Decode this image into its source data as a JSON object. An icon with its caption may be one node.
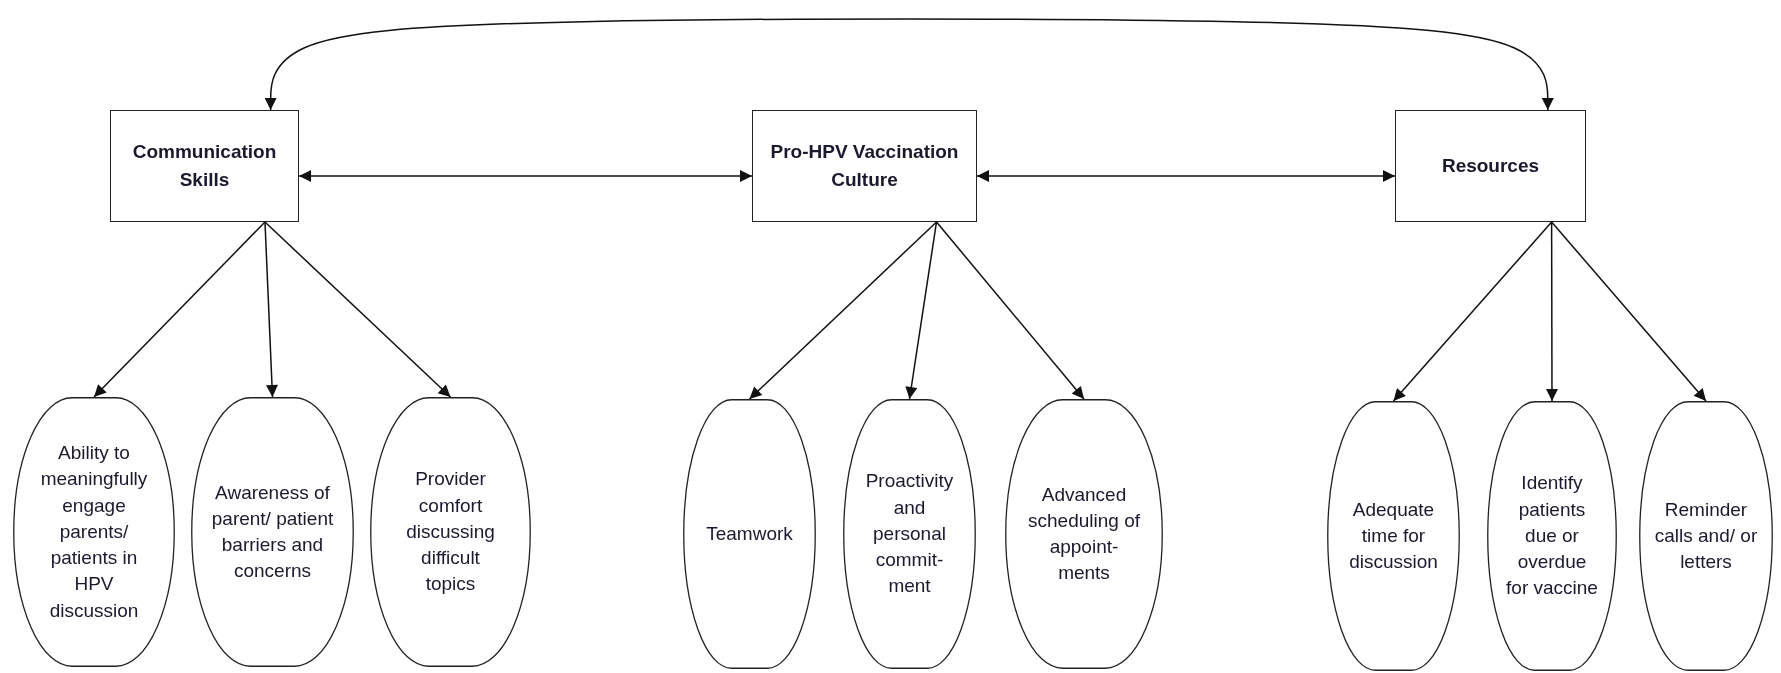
{
  "diagram": {
    "nodes": [
      {
        "text": [
          "Communication Skills"
        ]
      },
      {
        "text": [
          "Pro-HPV Vaccination Culture"
        ]
      },
      {
        "text": [
          "Resources"
        ]
      },
      {
        "text": [
          "Ability to meaningfully engage parents/ patients in HPV discussion"
        ]
      },
      {
        "text": [
          "Awareness of parent/ patient barriers and concerns"
        ]
      },
      {
        "text": [
          "Provider comfort discussing difficult topics"
        ]
      },
      {
        "text": [
          "Teamwork"
        ]
      },
      {
        "text": [
          "Proactivity and personal commit- ment"
        ]
      },
      {
        "text": [
          "Advanced scheduling of appoint- ments"
        ]
      },
      {
        "text": [
          "Adequate time for discussion"
        ]
      },
      {
        "text": [
          "Identify patients due or overdue for vaccine"
        ]
      },
      {
        "text": [
          "Reminder calls and/ or letters"
        ]
      }
    ],
    "edges": [
      {
        "from": 0,
        "to": 2,
        "arrow": "both"
      },
      {
        "from": 0,
        "to": 1,
        "arrow": "both"
      },
      {
        "from": 1,
        "to": 2,
        "arrow": "both"
      },
      {
        "from": 0,
        "to": 3,
        "arrow": "to"
      },
      {
        "from": 0,
        "to": 4,
        "arrow": "to"
      },
      {
        "from": 0,
        "to": 5,
        "arrow": "to"
      },
      {
        "from": 1,
        "to": 6,
        "arrow": "to"
      },
      {
        "from": 1,
        "to": 7,
        "arrow": "to"
      },
      {
        "from": 1,
        "to": 8,
        "arrow": "to"
      },
      {
        "from": 2,
        "to": 9,
        "arrow": "to"
      },
      {
        "from": 2,
        "to": 10,
        "arrow": "to"
      },
      {
        "from": 2,
        "to": 11,
        "arrow": "to"
      }
    ]
  }
}
